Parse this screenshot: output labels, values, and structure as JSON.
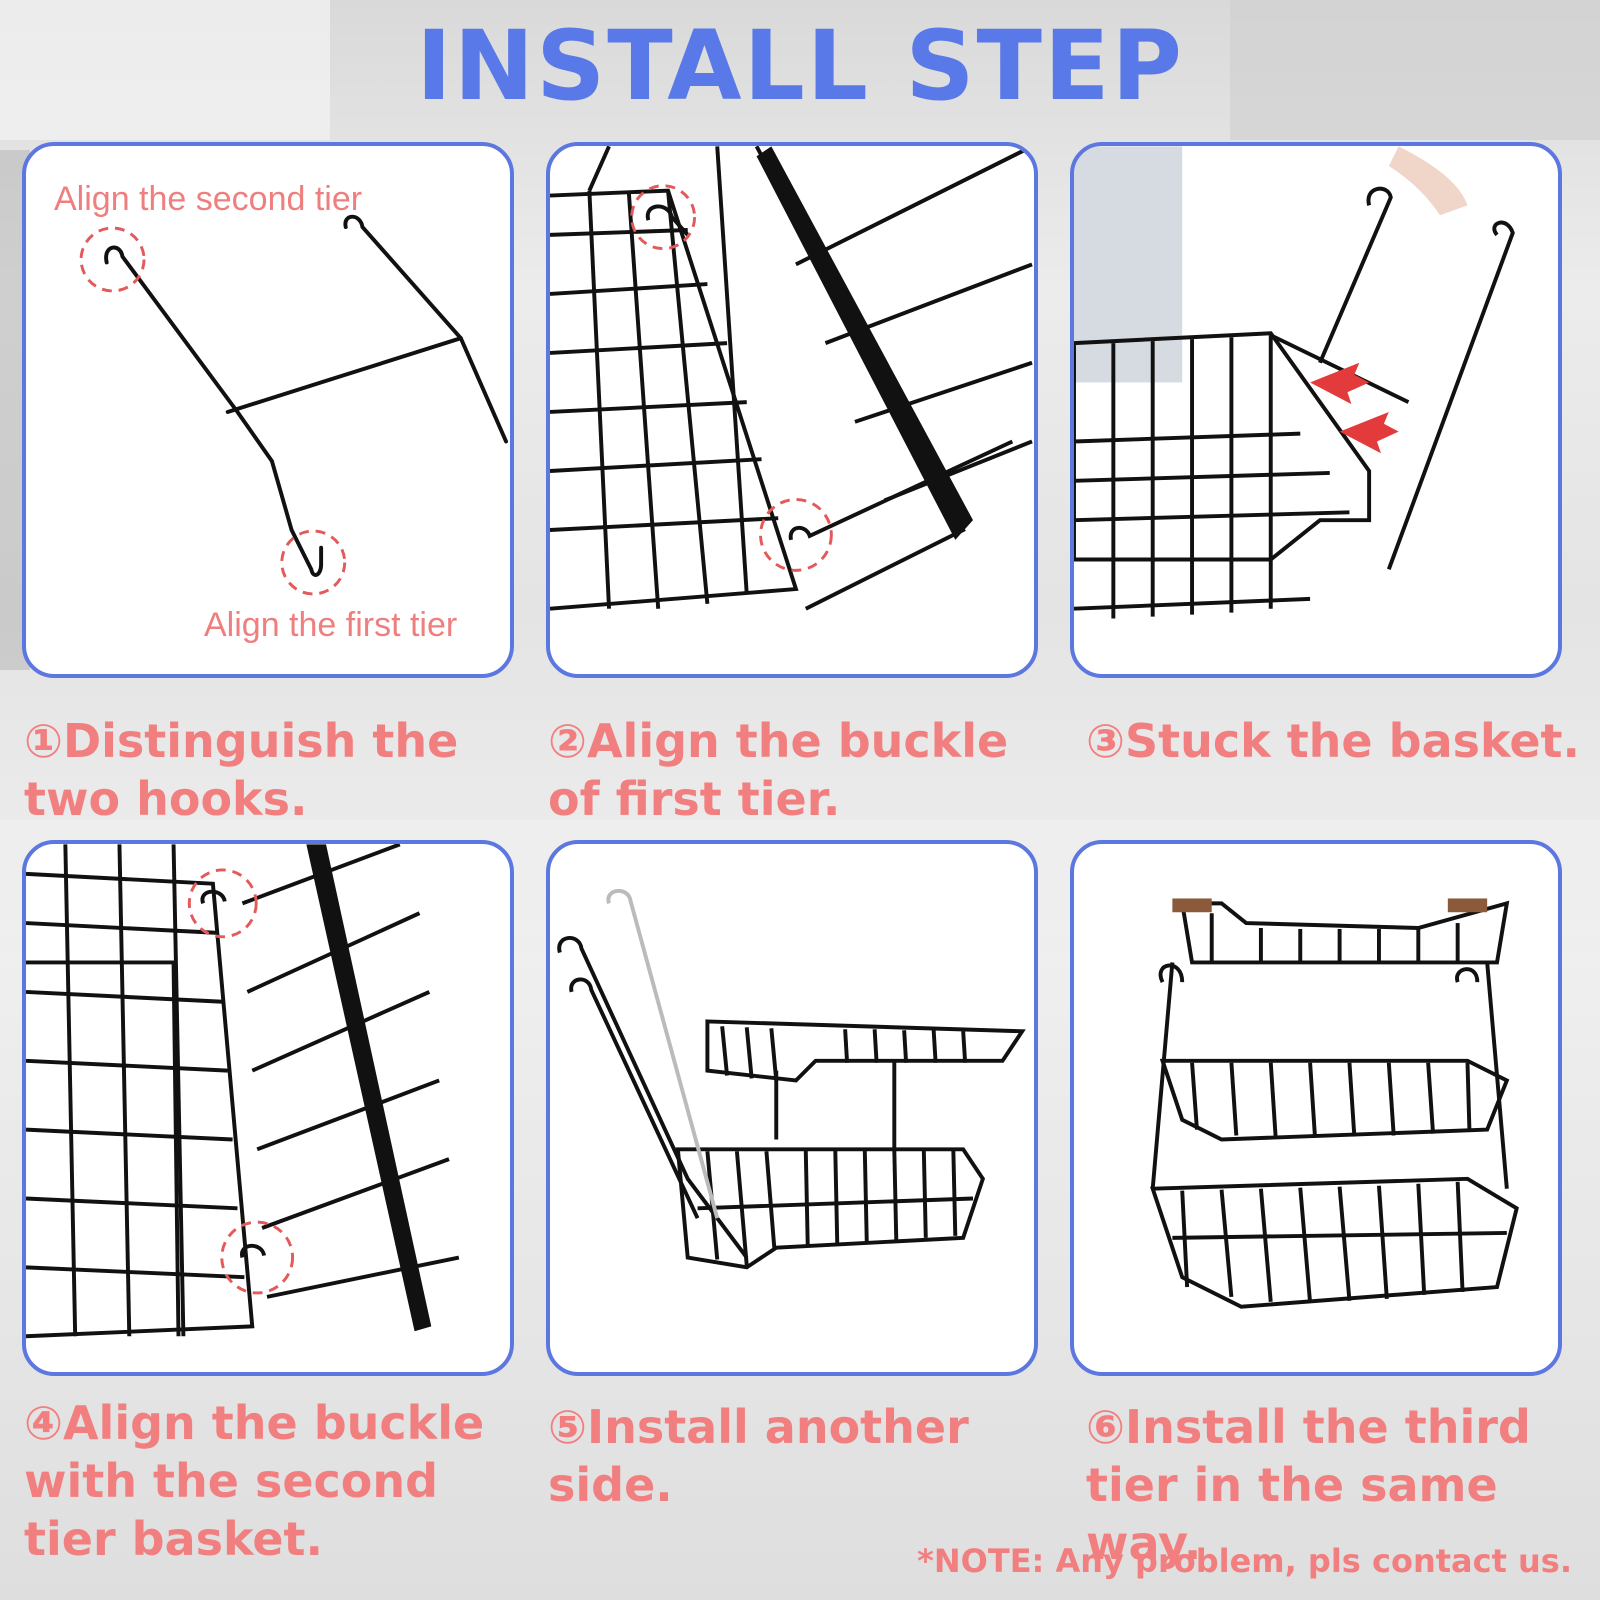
{
  "title": "INSTALL STEP",
  "panels": [
    {
      "label_top": "Align the second tier",
      "label_bottom": "Align the first tier"
    },
    {},
    {},
    {},
    {},
    {}
  ],
  "steps": [
    {
      "number": "①",
      "text": "Distinguish the two hooks."
    },
    {
      "number": "②",
      "text": "Align the buckle of first tier."
    },
    {
      "number": "③",
      "text": "Stuck the basket."
    },
    {
      "number": "④",
      "text": "Align the buckle with the second tier basket."
    },
    {
      "number": "⑤",
      "text": "Install another side."
    },
    {
      "number": "⑥",
      "text": "Install the third tier in the same way."
    }
  ],
  "note": "*NOTE: Any problem, pls contact us.",
  "colors": {
    "title": "#5a79e8",
    "panel_border": "#5d77e0",
    "caption": "#f27f7f",
    "marker": "#e35a5a",
    "wire": "#111111"
  }
}
